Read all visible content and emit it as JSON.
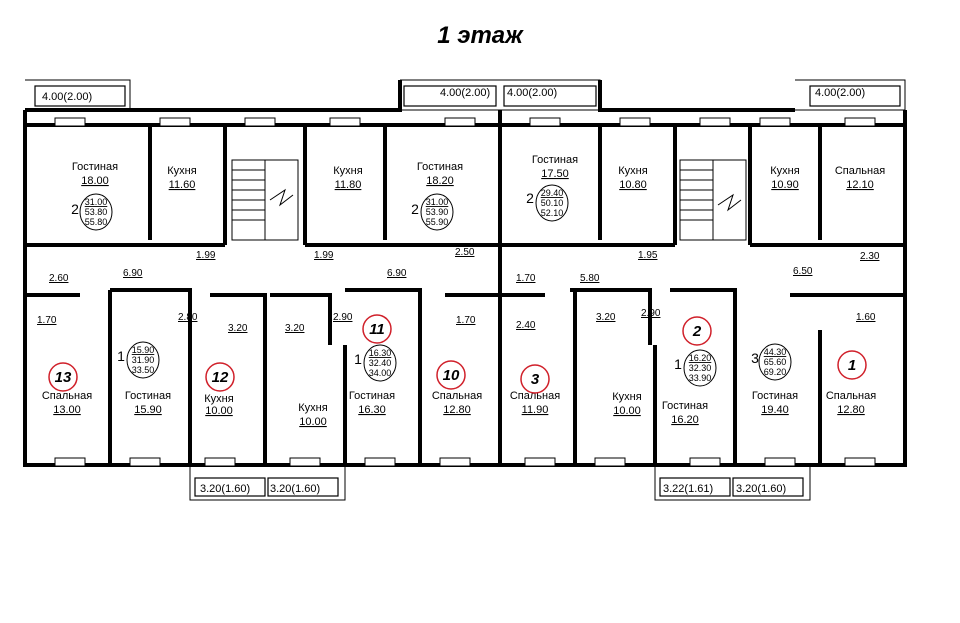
{
  "title": "1 этаж",
  "colors": {
    "apartment_marker": "#d0202a",
    "lines": "#000000"
  },
  "balconies": [
    "4.00(2.00)",
    "4.00(2.00)",
    "4.00(2.00)",
    "4.00(2.00)"
  ],
  "loggias": [
    "3.20(1.60)",
    "3.20(1.60)",
    "3.22(1.61)",
    "3.20(1.60)"
  ],
  "rooms": [
    {
      "name": "Гостиная",
      "area": "18.00"
    },
    {
      "name": "Кухня",
      "area": "11.60"
    },
    {
      "name": "Кухня",
      "area": "11.80"
    },
    {
      "name": "Гостиная",
      "area": "18.20"
    },
    {
      "name": "Гостиная",
      "area": "17.50"
    },
    {
      "name": "Кухня",
      "area": "10.80"
    },
    {
      "name": "Кухня",
      "area": "10.90"
    },
    {
      "name": "Спальная",
      "area": "12.10"
    },
    {
      "name": "Спальная",
      "area": "13.00"
    },
    {
      "name": "Гостиная",
      "area": "15.90"
    },
    {
      "name": "Кухня",
      "area": "10.00"
    },
    {
      "name": "Кухня",
      "area": "10.00"
    },
    {
      "name": "Гостиная",
      "area": "16.30"
    },
    {
      "name": "Спальная",
      "area": "12.80"
    },
    {
      "name": "Спальная",
      "area": "11.90"
    },
    {
      "name": "Кухня",
      "area": "10.00"
    },
    {
      "name": "Гостиная",
      "area": "16.20"
    },
    {
      "name": "Гостиная",
      "area": "19.40"
    },
    {
      "name": "Спальная",
      "area": "12.80"
    }
  ],
  "small_areas": [
    "1.99",
    "1.99",
    "1.95",
    "2.50",
    "2.30",
    "2.60",
    "6.90",
    "6.90",
    "1.70",
    "5.80",
    "6.50",
    "1.70",
    "2.80",
    "3.20",
    "3.20",
    "2.90",
    "1.70",
    "2.40",
    "3.20",
    "2.90",
    "1.60"
  ],
  "apartments": [
    {
      "rooms": "2",
      "a": "31.00",
      "b": "53.80",
      "c": "55.80"
    },
    {
      "rooms": "2",
      "a": "31.00",
      "b": "53.90",
      "c": "55.90"
    },
    {
      "rooms": "2",
      "a": "29.40",
      "b": "50.10",
      "c": "52.10"
    },
    {
      "rooms": "1",
      "a": "15.90",
      "b": "31.90",
      "c": "33.50"
    },
    {
      "rooms": "1",
      "a": "16.30",
      "b": "32.40",
      "c": "34.00"
    },
    {
      "rooms": "1",
      "a": "16.20",
      "b": "32.30",
      "c": "33.90"
    },
    {
      "rooms": "3",
      "a": "44.30",
      "b": "65.60",
      "c": "69.20"
    }
  ],
  "markers": [
    "13",
    "12",
    "11",
    "10",
    "3",
    "2",
    "1"
  ]
}
